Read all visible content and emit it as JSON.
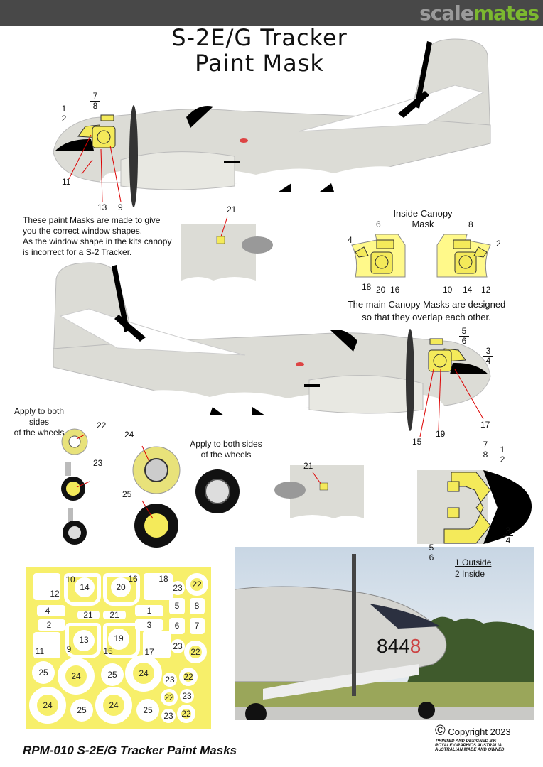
{
  "header": {
    "logo_part1": "scale",
    "logo_part2": "mates",
    "brand_colors": {
      "scale": "#9b9b9b",
      "mates": "#7cb82f",
      "bar": "#484848"
    }
  },
  "title": {
    "line1": "S-2E/G Tracker",
    "line2": "Paint Mask"
  },
  "top_view_labels": {
    "a_num": "1",
    "a_den": "2",
    "b_num": "7",
    "b_den": "8",
    "p11": "11",
    "p13": "13",
    "p9": "9"
  },
  "intro_text": [
    "These paint Masks are made to give",
    "you the correct window shapes.",
    "As the window shape in the kits canopy",
    "is incorrect for a S-2 Tracker."
  ],
  "detail_21_label": "21",
  "inside_canopy": {
    "title1": "Inside Canopy",
    "title2": "Mask",
    "left": [
      "6",
      "4",
      "18",
      "20",
      "16"
    ],
    "right": [
      "8",
      "2",
      "10",
      "14",
      "12"
    ]
  },
  "overlap_text": [
    "The main Canopy Masks are designed",
    "so that they overlap each other."
  ],
  "side_view_labels": {
    "a_num": "5",
    "a_den": "6",
    "b_num": "3",
    "b_den": "4",
    "p17": "17",
    "p19": "19",
    "p15": "15"
  },
  "wheels": {
    "apply_text_1": [
      "Apply to both sides",
      "of the wheels"
    ],
    "apply_text_2": [
      "Apply to both sides",
      "of the wheels"
    ],
    "p22": "22",
    "p23": "23",
    "p24": "24",
    "p25": "25"
  },
  "detail_21b_label": "21",
  "nose_detail": {
    "a_num": "7",
    "a_den": "8",
    "b_num": "1",
    "b_den": "2",
    "c_num": "3",
    "c_den": "4",
    "d_num": "5",
    "d_den": "6"
  },
  "legend": {
    "outside": "1  Outside",
    "inside": "2  Inside"
  },
  "photo": {
    "number_black": "844",
    "number_red": "8"
  },
  "mask_sheet": {
    "pieces": [
      "12",
      "10",
      "14",
      "20",
      "16",
      "18",
      "23",
      "22",
      "4",
      "2",
      "21",
      "21",
      "1",
      "3",
      "5",
      "8",
      "6",
      "7",
      "11",
      "13",
      "9",
      "19",
      "15",
      "17",
      "23",
      "22",
      "25",
      "24",
      "25",
      "24",
      "23",
      "22",
      "24",
      "25",
      "24",
      "25",
      "22",
      "23",
      "23",
      "22"
    ]
  },
  "copyright": {
    "symbol": "©",
    "text": "Copyright 2023",
    "printed": "PRINTED AND DESIGNED BY:",
    "company": "ROYALE GRAPHICS AUSTRALIA",
    "made": "AUSTRALIAN MADE AND OWNED"
  },
  "footer": {
    "text": "RPM-010 S-2E/G Tracker Paint Masks"
  }
}
